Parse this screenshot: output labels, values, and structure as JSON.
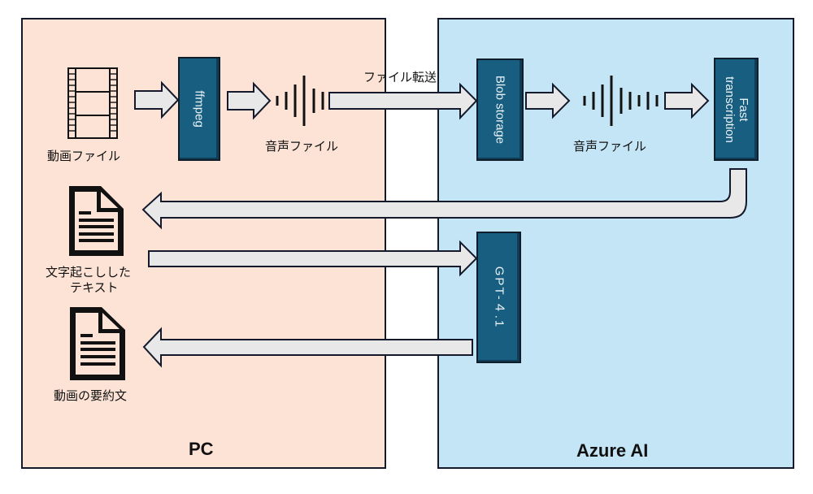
{
  "regions": {
    "pc": {
      "label": "PC",
      "color": "#fce3d6"
    },
    "azure": {
      "label": "Azure AI",
      "color": "#c3e5f5"
    }
  },
  "services": {
    "ffmpeg": "ffmpeg",
    "blob": "Blob storage",
    "fast_line1": "Fast",
    "fast_line2": "transcription",
    "gpt": "GPT-４.1"
  },
  "captions": {
    "video_file": "動画ファイル",
    "audio_file_pc": "音声ファイル",
    "file_transfer": "ファイル転送",
    "audio_file_azure": "音声ファイル",
    "transcript_line1": "文字起こしした",
    "transcript_line2": "テキスト",
    "summary": "動画の要約文"
  },
  "icons": {
    "video": "film-strip-icon",
    "audio": "sound-wave-icon",
    "document": "document-icon"
  },
  "colors": {
    "service_box": "#175e80",
    "arrow_fill": "#e8e8e8",
    "outline": "#141a2b"
  }
}
